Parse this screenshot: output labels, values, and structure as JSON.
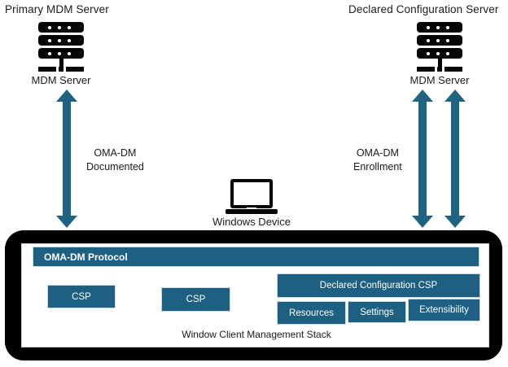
{
  "diagram": {
    "title_left": "Primary MDM Server",
    "title_right": "Declared Configuration Server",
    "left_server": {
      "icon": "server-icon",
      "caption": "MDM Server"
    },
    "right_server": {
      "icon": "server-icon",
      "caption": "MDM Server"
    },
    "device": {
      "icon": "laptop-icon",
      "caption": "Windows  Device"
    },
    "connectors": [
      {
        "id": "left-connector",
        "label_line1": "OMA-DM",
        "label_line2": "Documented",
        "direction": "bidirectional",
        "color": "#1f6383"
      },
      {
        "id": "right-connector",
        "label_line1": "OMA-DM",
        "label_line2": "Enrollment",
        "direction": "bidirectional",
        "color": "#1f6383"
      }
    ],
    "stack": {
      "container_color": "#000000",
      "panel_color": "#ffffff",
      "protocol_bar": "OMA-DM Protocol",
      "boxes": [
        {
          "id": "csp-1",
          "label": "CSP"
        },
        {
          "id": "csp-2",
          "label": "CSP"
        },
        {
          "id": "declared-configuration-csp",
          "label": "Declared Configuration CSP"
        },
        {
          "id": "resources",
          "label": "Resources"
        },
        {
          "id": "settings",
          "label": "Settings"
        },
        {
          "id": "extensibility",
          "label": "Extensibility"
        }
      ],
      "caption": "Window Client Management Stack",
      "box_color": "#1d6081"
    }
  }
}
